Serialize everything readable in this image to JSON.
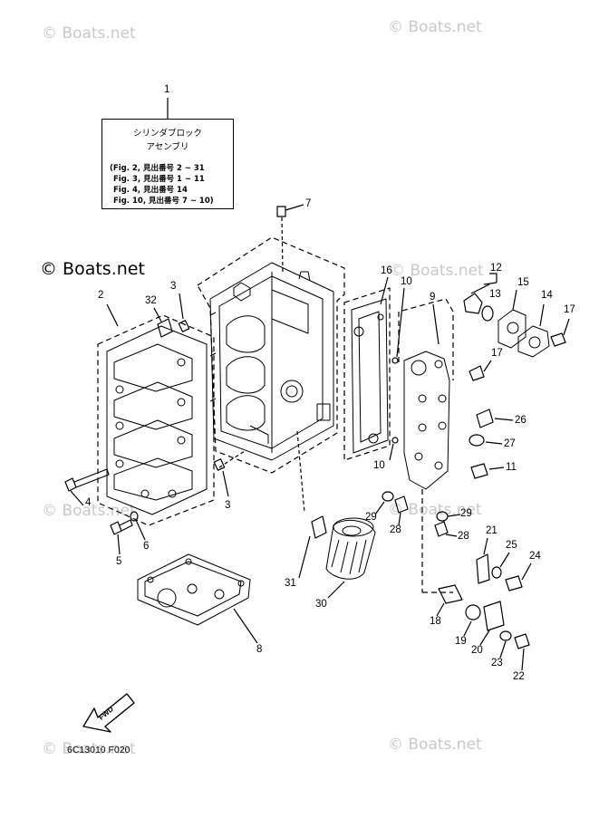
{
  "watermark": "© Boats.net",
  "info_box": {
    "title_line1": "シリンダブロック",
    "title_line2": "アセンブリ",
    "refs": [
      "(Fig. 2, 見出番号 2 ~ 31",
      "Fig. 3, 見出番号 1 ~ 11",
      "Fig. 4, 見出番号 14",
      "Fig. 10, 見出番号 7 ~ 10)"
    ]
  },
  "callouts": {
    "c1": "1",
    "c2": "2",
    "c3a": "3",
    "c3b": "3",
    "c4": "4",
    "c5": "5",
    "c6": "6",
    "c7": "7",
    "c8": "8",
    "c9": "9",
    "c10a": "10",
    "c10b": "10",
    "c11": "11",
    "c12": "12",
    "c13": "13",
    "c14": "14",
    "c15": "15",
    "c16": "16",
    "c17a": "17",
    "c17b": "17",
    "c18": "18",
    "c19": "19",
    "c20": "20",
    "c21": "21",
    "c22": "22",
    "c23": "23",
    "c24": "24",
    "c25": "25",
    "c26": "26",
    "c27": "27",
    "c28": "28",
    "c29a": "29",
    "c29b": "29",
    "c30": "30",
    "c31": "31",
    "c32": "32"
  },
  "fwd_label": "FWD",
  "diagram_code": "6C13010 F020"
}
